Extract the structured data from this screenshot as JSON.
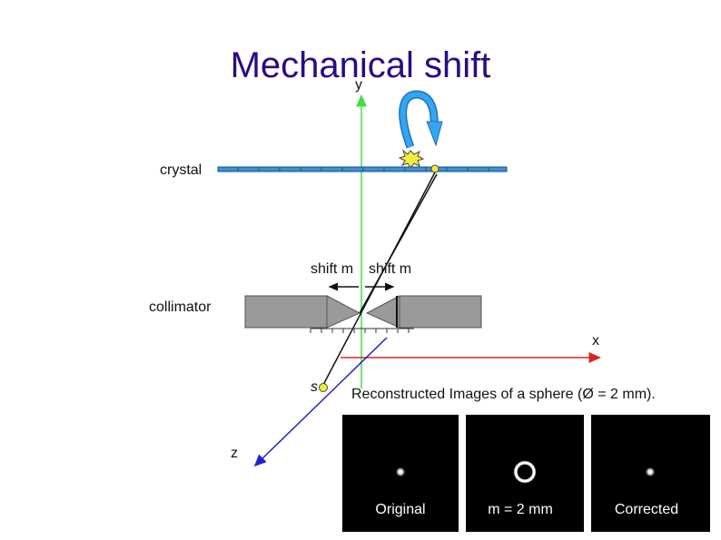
{
  "title": "Mechanical shift",
  "axes": {
    "y": "y",
    "x": "x",
    "z": "z"
  },
  "labels": {
    "crystal": "crystal",
    "collimator": "collimator",
    "shift_left": "shift m",
    "shift_right": "shift m",
    "source": "s",
    "caption": "Reconstructed Images of a sphere (Ø = 2 mm)."
  },
  "panels": [
    {
      "label": "Original"
    },
    {
      "label": "m = 2 mm"
    },
    {
      "label": "Corrected"
    }
  ],
  "colors": {
    "title": "#2b0a84",
    "crystal": "#3d8fd4",
    "y_axis": "#44dd44",
    "x_axis": "#dd2222",
    "z_axis": "#2222cc",
    "rotation_arrow": "#1e8fe0",
    "collimator": "#9a9a9a",
    "panel_bg": "#000000"
  },
  "icons": [
    "rotation-arrow-icon",
    "star-burst-icon"
  ]
}
